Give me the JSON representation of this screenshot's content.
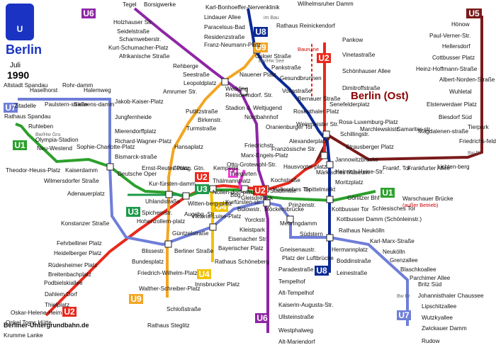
{
  "brand": {
    "logo_letter": "U",
    "city": "Berlin",
    "month": "Juli",
    "year": "1990"
  },
  "region_label": "Berlin (Ost)",
  "footer": "Berliner-Untergrundbahn.de",
  "notes": {
    "bau": "im Bau",
    "bauruine": "Bauruine",
    "ausser_betrieb": "(außer Betrieb)"
  },
  "lines": {
    "U1": {
      "label": "U1",
      "color": "#2ca02c"
    },
    "U2": {
      "label": "U2",
      "color": "#e8291c"
    },
    "U3": {
      "label": "U3",
      "color": "#1d9a4a"
    },
    "U4": {
      "label": "U4",
      "color": "#f2c200"
    },
    "U5": {
      "label": "U5",
      "color": "#7a1a1a"
    },
    "U6": {
      "label": "U6",
      "color": "#8e26a6"
    },
    "U7": {
      "label": "U7",
      "color": "#6f7ed8"
    },
    "U8": {
      "label": "U8",
      "color": "#0c2a96"
    },
    "U9": {
      "label": "U9",
      "color": "#f2a623"
    },
    "M": {
      "label": "M",
      "color": "#ee3ad6"
    }
  },
  "stations": {
    "tegel": "Tegel",
    "borsigwerke": "Borsigwerke",
    "holzhauser": "Holzhauser Str.",
    "seidel": "Seidelstraße",
    "scharnweber": "Scharnweberstr.",
    "kurt_schumacher": "Kurt-Schumacher-Platz",
    "afrikanische": "Afrikanische Straße",
    "rehberge": "Rehberge",
    "seestr": "Seestraße",
    "leopold": "Leopoldplatz",
    "wedding": "Wedding",
    "reinickendorf": "Reinickendorf. Str.",
    "stadion": "Stadion d. Weltjugend",
    "nordbahnhof": "Nordbahnhof",
    "oranienburger": "Oranienburger Tor",
    "friedrichstr": "Friedrichstr.",
    "franzoesische": "Französische Str.",
    "kochstr": "Kochstraße",
    "hallesches": "Hallesches Tor",
    "mehringdamm": "Mehringdamm",
    "platz_luftbruecke": "Platz der Luftbrücke",
    "paradestr": "Paradestraße",
    "tempelhof": "Tempelhof",
    "alt_tempelhof": "Alt-Tempelhof",
    "kaiserin_augusta": "Kaiserin-Augusta-Str.",
    "ullstein": "Ullsteinstraße",
    "westphal": "Westphalweg",
    "alt_mariendorf": "Alt-Mariendorf",
    "karl_bonhoeffer": "Karl-Bonhoeffer-Nervenklinik",
    "lindauer": "Lindauer Allee",
    "paracelsus": "Paracelsus-Bad",
    "residenz": "Residenzstraße",
    "franz_neumann": "Franz-Neumann-Platz",
    "osloer": "Osloer Straße",
    "nauener": "Nauener Platz",
    "amrumer": "Amrumer Str.",
    "putlitz": "Putlitzstraße",
    "birken": "Birkenstr.",
    "turm": "Turmstraße",
    "hansa": "Hansaplatz",
    "pankstr": "Pankstraße",
    "gesundbrunnen": "Gesundbrunnen",
    "volta": "Voltastraße",
    "bernauer": "Bernauer Straße",
    "rosenthaler": "Rosenthaler Platz",
    "weinmeister": "Weinmeister Str.",
    "alexanderplatz": "Alexanderplatz",
    "jannowitz": "Jannowitzbrücke",
    "heinrich_heine": "Heinrich-Heine-Str.",
    "moritzplatz": "Moritzplatz",
    "kottbusser": "Kottbusser Tor",
    "schoenleinstr": "Kottbusser Damm (Schönleinstr.)",
    "hermannplatz": "Hermannplatz",
    "boddin": "Boddinstraße",
    "leine": "Leinestraße",
    "rathaus_reinickendorf": "Rathaus Reinickendorf",
    "wilhelmsruher": "Wilhelmsruher Damm",
    "pankow": "Pankow",
    "vineta": "Vinetastraße",
    "schoenhauser": "Schönhauser Allee",
    "dimitroff": "Dimitroffstraße",
    "senefelder": "Senefelderplatz",
    "rosa_luxemburg": "Rosa-Luxemburg-Platz",
    "marx_engels": "Marx-Engels-Platz",
    "maerkisches": "Märkisches Museum",
    "spittelmarkt": "Spittelmarkt",
    "hausvogtei": "Hausvogtei-platz",
    "stadtmitte": "Stadtmitte",
    "otto_grotewohl": "Otto-Grotewohl-Str.",
    "thaelmann": "Thälmannplatz",
    "hoenow": "Hönow",
    "paul_verner": "Paul-Verner-Str.",
    "hellersdorf": "Hellersdorf",
    "cottbusser": "Cottbusser Platz",
    "heinz_hoffmann": "Heinz-Hoffmann-Straße",
    "albert_norden": "Albert-Norden-Straße",
    "wuhletal": "Wuhletal",
    "elsterwerdaer": "Elsterwerdaer Platz",
    "biesdorf": "Biesdorf Süd",
    "tierpark": "Tierpark",
    "friedrichsfelde": "Friedrichs-felde",
    "magdalenen": "Magdalenen-straße",
    "lichtenberg": "Lichten-berg",
    "samariter": "Samariter-str.",
    "frankfurter_allee": "Frankfurter Allee",
    "frankfurter_tor": "Frankf. Tor",
    "marchlewski": "Marchlewskistr.",
    "strausberger": "Strausberger Platz",
    "schillingstr": "Schillingstr.",
    "altstadt_spandau": "Altstadt Spandau",
    "haselhorst": "Haselhorst",
    "rohrdamm": "Rohr-damm",
    "paulsternstr": "Paulstern-straße",
    "siemensdamm": "Siemens-damm",
    "halemweg": "Halemweg",
    "jakob_kaiser": "Jakob-Kaiser-Platz",
    "jungfernheide": "Jungfernheide",
    "mierendorff": "Mierendorffplatz",
    "richard_wagner": "Richard-Wagner-Platz",
    "bismarck": "Bismarck-straße",
    "ernst_reuter": "Ernst-Reuter-Platz",
    "zitadelle": "Zitadelle",
    "rathaus_spandau": "Rathaus Spandau",
    "ruhleben": "Ruhleben",
    "olympia_stadion": "Olympia-Stadion",
    "neu_westend": "Neu-Westend",
    "sophie_charlotte": "Sophie-Charlotte-Platz",
    "theodor_heuss": "Theodor-Heuss-Platz",
    "kaiserdamm": "Kaiserdamm",
    "wilmersdorfer": "Wilmersdorfer Straße",
    "adenauer": "Adenauerplatz",
    "konstanzer": "Konstanzer Straße",
    "fehrbelliner": "Fehrbelliner Platz",
    "heidelberger": "Heidelberger Platz",
    "ruedesheimer": "Rüdesheimer Platz",
    "breitenbach": "Breitenbachplatz",
    "podbielski": "Podbielskiallee",
    "dahlem_dorf": "Dahlem Dorf",
    "thielplatz": "Thielplatz",
    "oskar_helene": "Oskar-Helene-Heim",
    "onkel_toms": "Onkel Toms Hütte",
    "krumme_lanke": "Krumme Lanke",
    "deutsche_oper": "Deutsche Oper",
    "zoologischer": "Zoolog. Gtn.",
    "kurfuerstendamm": "Kur-fürsten-damm",
    "wittenbergplatz": "Witten-berg-platz",
    "kemperplatz": "Kemperpl.",
    "nollendorf": "Nollen-dorf-platz",
    "kurfuerstenstr": "Kurfürsten-str.",
    "buelowstr": "Bülowstr.",
    "gleisdreieck": "Gleisdreieck",
    "bernburger": "Bbg.",
    "moeckernbruecke": "Möckernbrücke",
    "prinzenstr": "Prinzenstr.",
    "goerlitzer": "Görlitzer Bhf",
    "schlesisches": "Schlesisches Tor",
    "warschauer": "Warschauer Brücke",
    "uhland": "Uhlandstraße",
    "augsburger": "Augsbg. Str.",
    "spichern": "Spichernstr.",
    "hohenzollern": "Hohenzollern-platz",
    "viktoria_luise": "Viktoria-Luise-Platz",
    "yorckstr": "Yorckstr.",
    "kleistpark": "Kleistpark",
    "eisenacher": "Eisenacher Str.",
    "guentzel": "Güntzelstraße",
    "bayerischer": "Bayerischer Platz",
    "berliner_str": "Berliner Straße",
    "blissestr": "Blissestr.",
    "bundesplatz": "Bundesplatz",
    "friedrich_wilhelm": "Friedrich-Wilhelm-Platz",
    "walther_schreiber": "Walther-Schreiber-Platz",
    "schlossstr": "Schloßstraße",
    "rathaus_steglitz": "Rathaus Steglitz",
    "rathaus_schoeneberg": "Rathaus Schöneberg",
    "innsbrucker": "Innsbrucker Platz",
    "suedstern": "Südstern",
    "gneisenau": "Gneisenaustr.",
    "rathaus_neukoelln": "Rathaus Neukölln",
    "karl_marx": "Karl-Marx-Straße",
    "neukoelln": "Neukölln",
    "grenzallee": "Grenzallee",
    "blaschko": "Blaschkoallee",
    "parchimer": "Parchimer Allee",
    "britz_sued": "Britz Süd",
    "johannisthaler": "Johannisthaler Chaussee",
    "lipschitz": "Lipschitzallee",
    "wutzky": "Wutzkyallee",
    "zwickauer": "Zwickauer Damm",
    "rudow": "Rudow",
    "tiergarten": "Tiergarten",
    "bw_hw_see": "Bw/Hw See",
    "bw_hw_gru": "Bw/Hw Gru",
    "bw_fi": "Bw Fi",
    "bw_br": "Bw Br"
  }
}
